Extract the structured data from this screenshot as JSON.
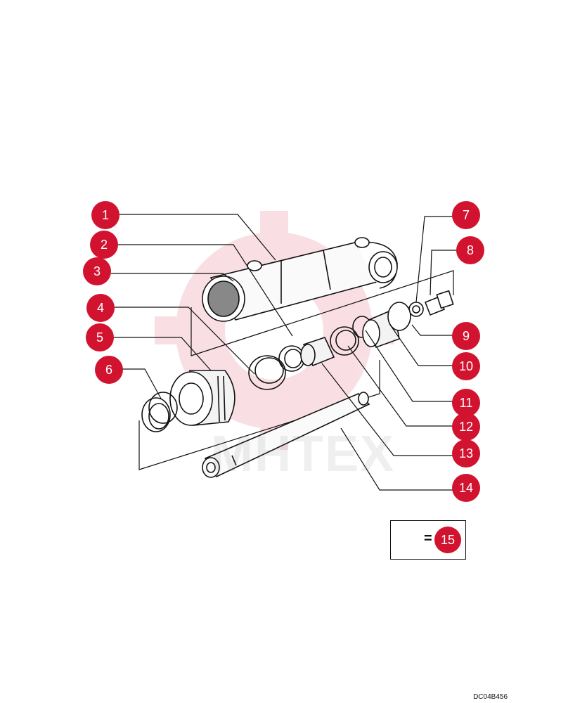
{
  "accent_color": "#d2132f",
  "watermark_text": "MHTEX",
  "document_code": "DC04B456",
  "kit": {
    "icon": "seal-kit-bag-icon",
    "equals": "=",
    "number": "15"
  },
  "callouts": [
    {
      "number": "1"
    },
    {
      "number": "2"
    },
    {
      "number": "3"
    },
    {
      "number": "4"
    },
    {
      "number": "5"
    },
    {
      "number": "6"
    },
    {
      "number": "7"
    },
    {
      "number": "8"
    },
    {
      "number": "9"
    },
    {
      "number": "10"
    },
    {
      "number": "11"
    },
    {
      "number": "12"
    },
    {
      "number": "13"
    },
    {
      "number": "14"
    }
  ]
}
